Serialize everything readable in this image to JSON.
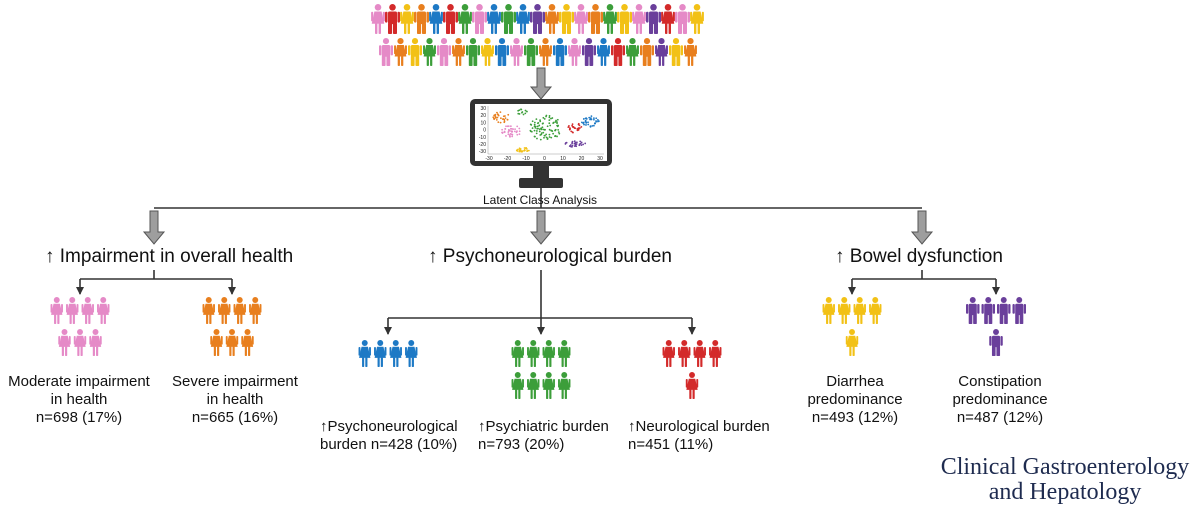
{
  "diagram": {
    "method_label": "Latent Class Analysis",
    "colors": {
      "pink": "#e58ac7",
      "orange": "#e87f1e",
      "yellow": "#f2c116",
      "blue": "#1d79c5",
      "purple": "#6a3f9b",
      "green": "#3c9e3a",
      "red": "#d32a2a",
      "arrow": "#9e9e9e",
      "monitor": "#333333",
      "line": "#333333",
      "journal": "#1e2b4f"
    },
    "plot": {
      "y_ticks": [
        "30",
        "20",
        "10",
        "0",
        "-10",
        "-20",
        "-30"
      ],
      "x_ticks": [
        "-30",
        "-20",
        "-10",
        "0",
        "10",
        "20",
        "30"
      ]
    },
    "classes": [
      {
        "label": "Impairment in overall health",
        "subgroups": [
          {
            "label": "Moderate impairment\nin health\nn=698 (17%)"
          },
          {
            "label": "Severe impairment\nin health\nn=665 (16%)"
          }
        ]
      },
      {
        "label": "Psychoneurological burden",
        "subgroups": [
          {
            "label": "Psychoneurological\nburden n=428 (10%)"
          },
          {
            "label": "Psychiatric burden\nn=793 (20%)"
          },
          {
            "label": "Neurological burden\nn=451 (11%)"
          }
        ]
      },
      {
        "label": "Bowel dysfunction",
        "subgroups": [
          {
            "label": "Diarrhea\npredominance\nn=493 (12%)"
          },
          {
            "label": "Constipation\npredominance\nn=487 (12%)"
          }
        ]
      }
    ]
  },
  "journal": {
    "name": "Clinical Gastroenterology\nand Hepatology"
  }
}
